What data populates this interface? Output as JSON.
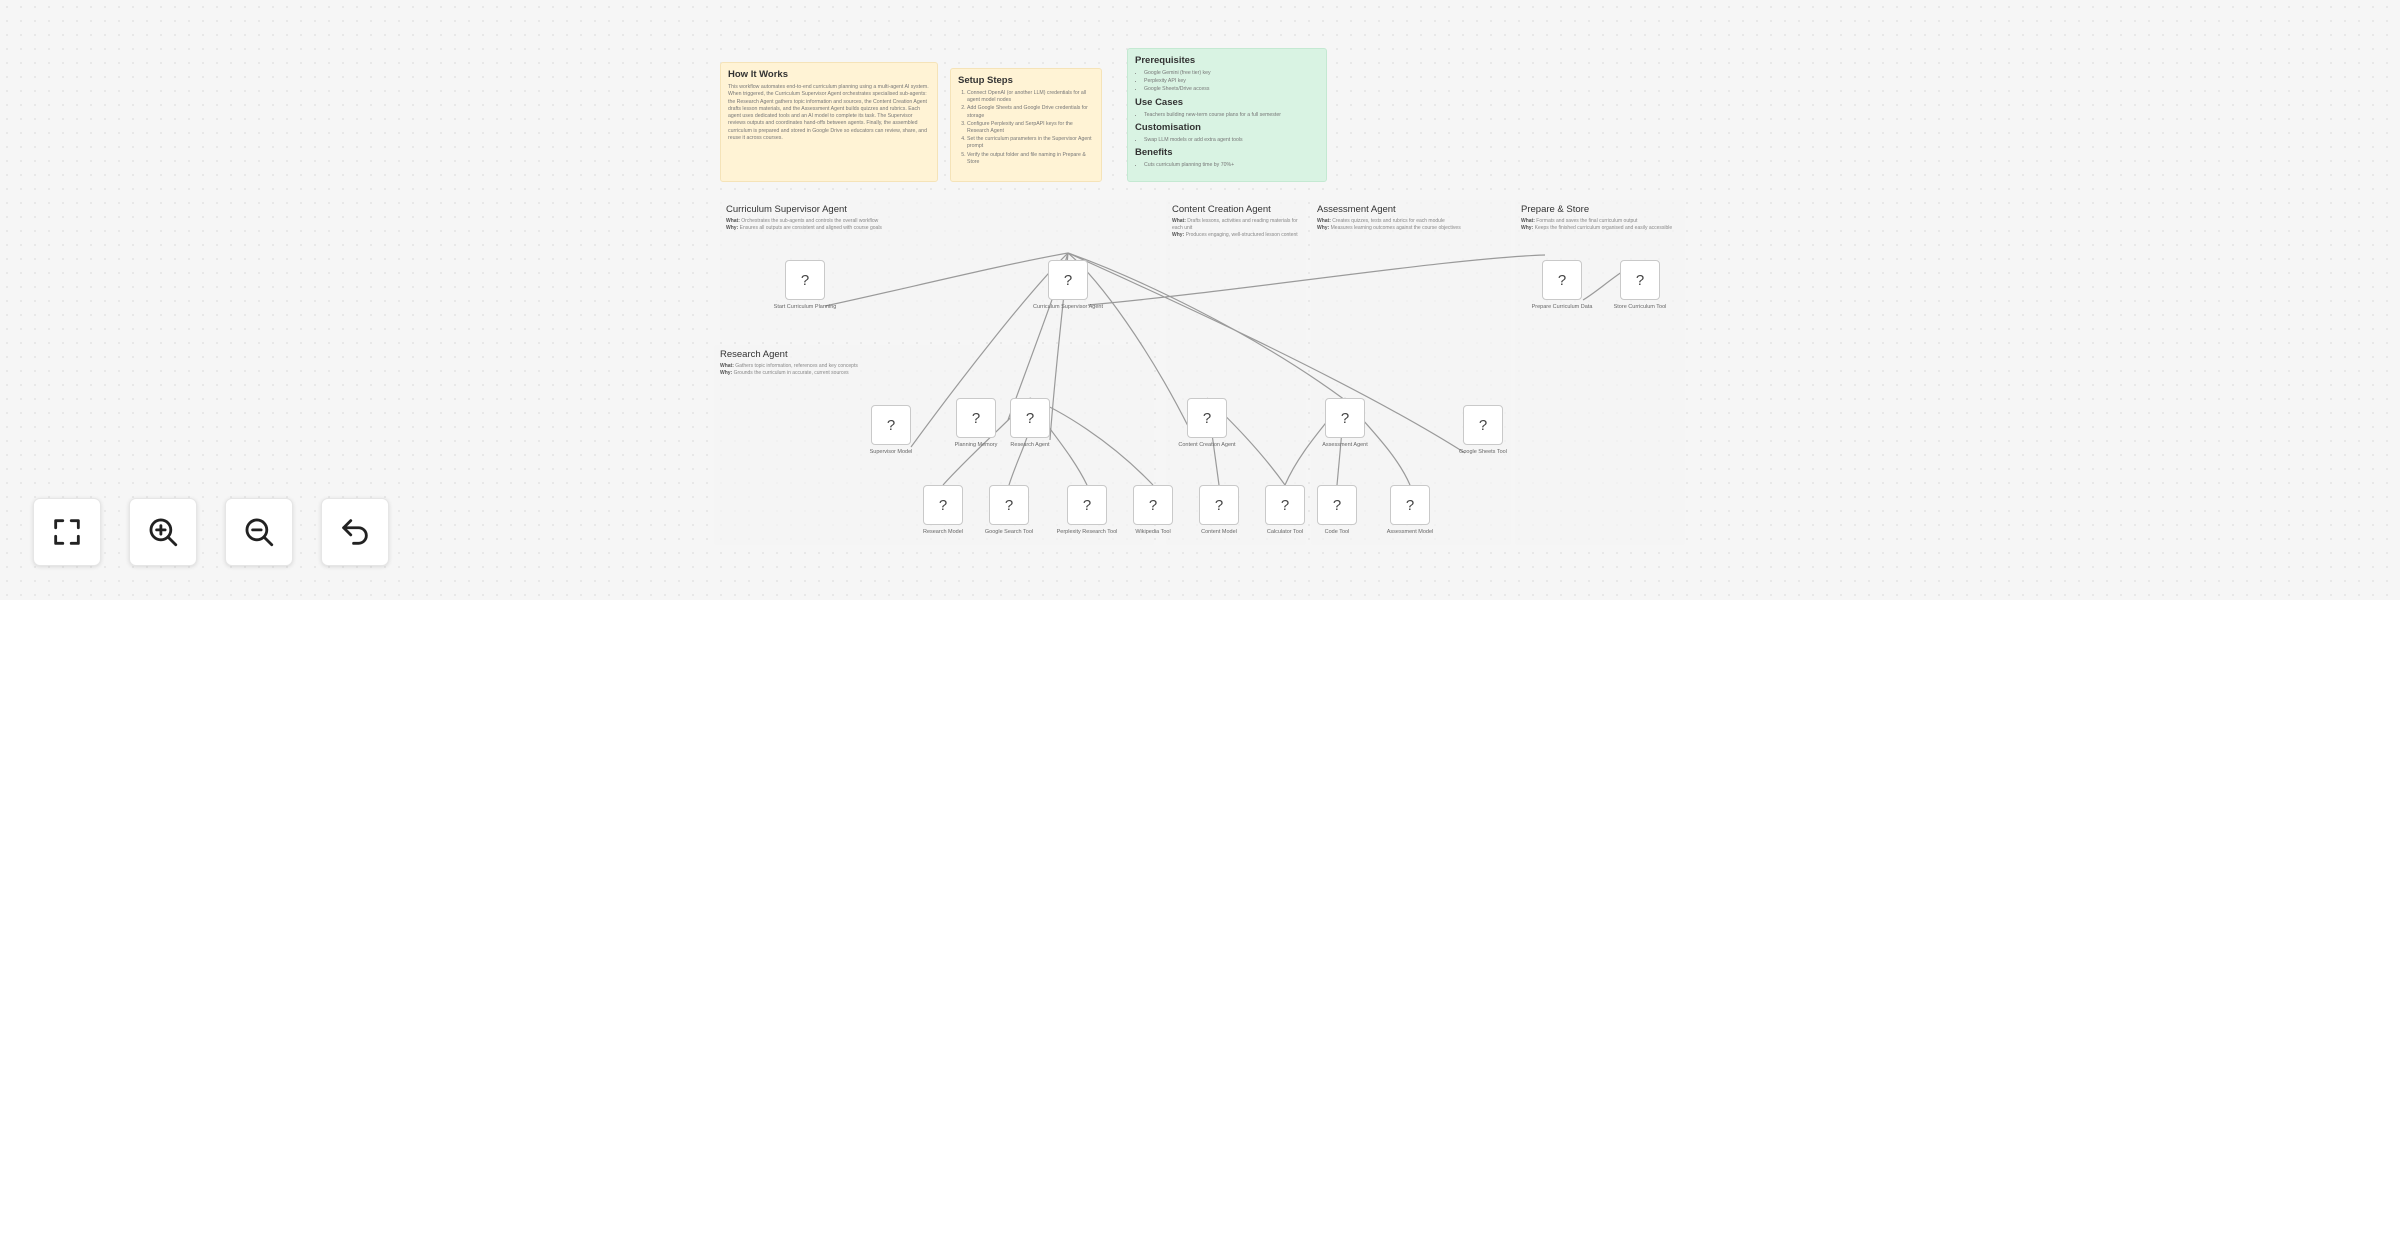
{
  "sticky_notes": {
    "how_it_works": {
      "title": "How It Works",
      "body": "This workflow automates end-to-end curriculum planning using a multi-agent AI system. When triggered, the Curriculum Supervisor Agent orchestrates specialised sub-agents: the Research Agent gathers topic information and sources, the Content Creation Agent drafts lesson materials, and the Assessment Agent builds quizzes and rubrics. Each agent uses dedicated tools and an AI model to complete its task. The Supervisor reviews outputs and coordinates hand-offs between agents. Finally, the assembled curriculum is prepared and stored in Google Drive so educators can review, share, and reuse it across courses."
    },
    "setup_steps": {
      "title": "Setup Steps",
      "items": [
        "Connect OpenAI (or another LLM) credentials for all agent model nodes",
        "Add Google Sheets and Google Drive credentials for storage",
        "Configure Perplexity and SerpAPI keys for the Research Agent",
        "Set the curriculum parameters in the Supervisor Agent prompt",
        "Verify the output folder and file naming in Prepare & Store"
      ]
    },
    "prerequisites": {
      "title": "Prerequisites",
      "items": [
        "Google Gemini (free tier) key",
        "Perplexity API key",
        "Google Sheets/Drive access"
      ],
      "use_cases_title": "Use Cases",
      "use_cases": [
        "Teachers building new-term course plans for a full semester"
      ],
      "customisation_title": "Customisation",
      "customisation": [
        "Swap LLM models or add extra agent tools"
      ],
      "benefits_title": "Benefits",
      "benefits": [
        "Cuts curriculum planning time by 70%+"
      ]
    }
  },
  "groups": {
    "supervisor": {
      "title": "Curriculum Supervisor Agent",
      "what_label": "What:",
      "what": "Orchestrates the sub-agents and controls the overall workflow",
      "why_label": "Why:",
      "why": "Ensures all outputs are consistent and aligned with course goals"
    },
    "research": {
      "title": "Research Agent",
      "what_label": "What:",
      "what": "Gathers topic information, references and key concepts",
      "why_label": "Why:",
      "why": "Grounds the curriculum in accurate, current sources"
    },
    "content": {
      "title": "Content Creation Agent",
      "what_label": "What:",
      "what": "Drafts lessons, activities and reading materials for each unit",
      "why_label": "Why:",
      "why": "Produces engaging, well-structured lesson content"
    },
    "assessment": {
      "title": "Assessment Agent",
      "what_label": "What:",
      "what": "Creates quizzes, tests and rubrics for each module",
      "why_label": "Why:",
      "why": "Measures learning outcomes against the course objectives"
    },
    "prepare": {
      "title": "Prepare & Store",
      "what_label": "What:",
      "what": "Formats and saves the final curriculum output",
      "why_label": "Why:",
      "why": "Keeps the finished curriculum organised and easily accessible"
    }
  },
  "nodes": [
    {
      "id": "trigger",
      "icon": "?",
      "label": "Start Curriculum Planning"
    },
    {
      "id": "supervisor",
      "icon": "?",
      "label": "Curriculum Supervisor Agent"
    },
    {
      "id": "prepare",
      "icon": "?",
      "label": "Prepare Curriculum Data"
    },
    {
      "id": "store",
      "icon": "?",
      "label": "Store Curriculum Tool"
    },
    {
      "id": "sup_model",
      "icon": "?",
      "label": "Supervisor Model"
    },
    {
      "id": "plan_memory",
      "icon": "?",
      "label": "Planning Memory"
    },
    {
      "id": "research",
      "icon": "?",
      "label": "Research Agent"
    },
    {
      "id": "content",
      "icon": "?",
      "label": "Content Creation Agent"
    },
    {
      "id": "assessment",
      "icon": "?",
      "label": "Assessment Agent"
    },
    {
      "id": "gsheets",
      "icon": "?",
      "label": "Google Sheets Tool"
    },
    {
      "id": "research_model",
      "icon": "?",
      "label": "Research Model"
    },
    {
      "id": "google_search",
      "icon": "?",
      "label": "Google Search Tool"
    },
    {
      "id": "perplexity",
      "icon": "?",
      "label": "Perplexity Research Tool"
    },
    {
      "id": "wikipedia",
      "icon": "?",
      "label": "Wikipedia Tool"
    },
    {
      "id": "content_model",
      "icon": "?",
      "label": "Content Model"
    },
    {
      "id": "calculator",
      "icon": "?",
      "label": "Calculator Tool"
    },
    {
      "id": "code",
      "icon": "?",
      "label": "Code Tool"
    },
    {
      "id": "assess_model",
      "icon": "?",
      "label": "Assessment Model"
    }
  ],
  "controls": {
    "fit_view": "fit-view-icon",
    "zoom_in": "zoom-in-icon",
    "zoom_out": "zoom-out-icon",
    "reset": "undo-icon"
  },
  "colors": {
    "canvas_bg": "#f6f6f6",
    "yellow_note": "#fff3d5",
    "green_note": "#d9f3e3",
    "edge": "#9a9a9a"
  }
}
